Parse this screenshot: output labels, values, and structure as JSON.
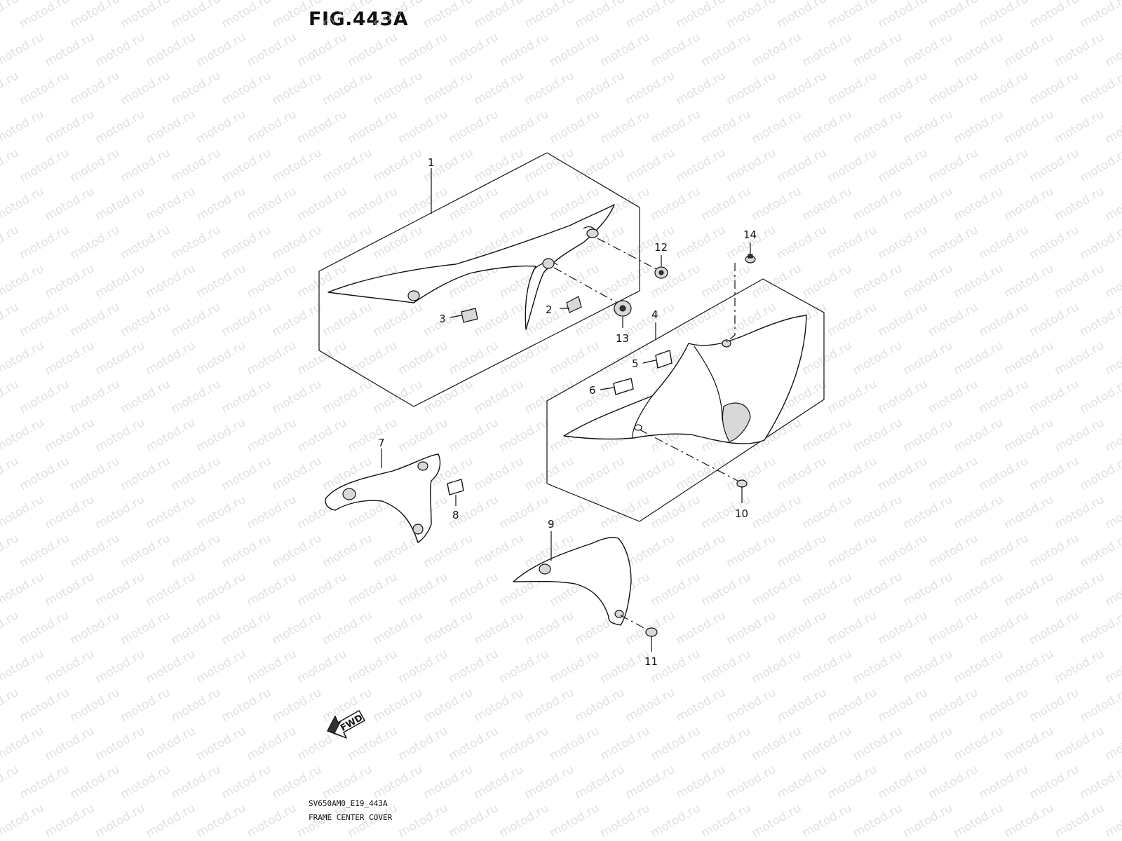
{
  "figure": {
    "title": "FIG.443A",
    "code": "SV650AM0_E19_443A",
    "caption": "FRAME CENTER COVER",
    "watermark": "motod.ru",
    "fwd_label": "FWD"
  },
  "callouts": {
    "c1": "1",
    "c2": "2",
    "c3": "3",
    "c4": "4",
    "c5": "5",
    "c6": "6",
    "c7": "7",
    "c8": "8",
    "c9": "9",
    "c10": "10",
    "c11": "11",
    "c12": "12",
    "c13": "13",
    "c14": "14"
  }
}
